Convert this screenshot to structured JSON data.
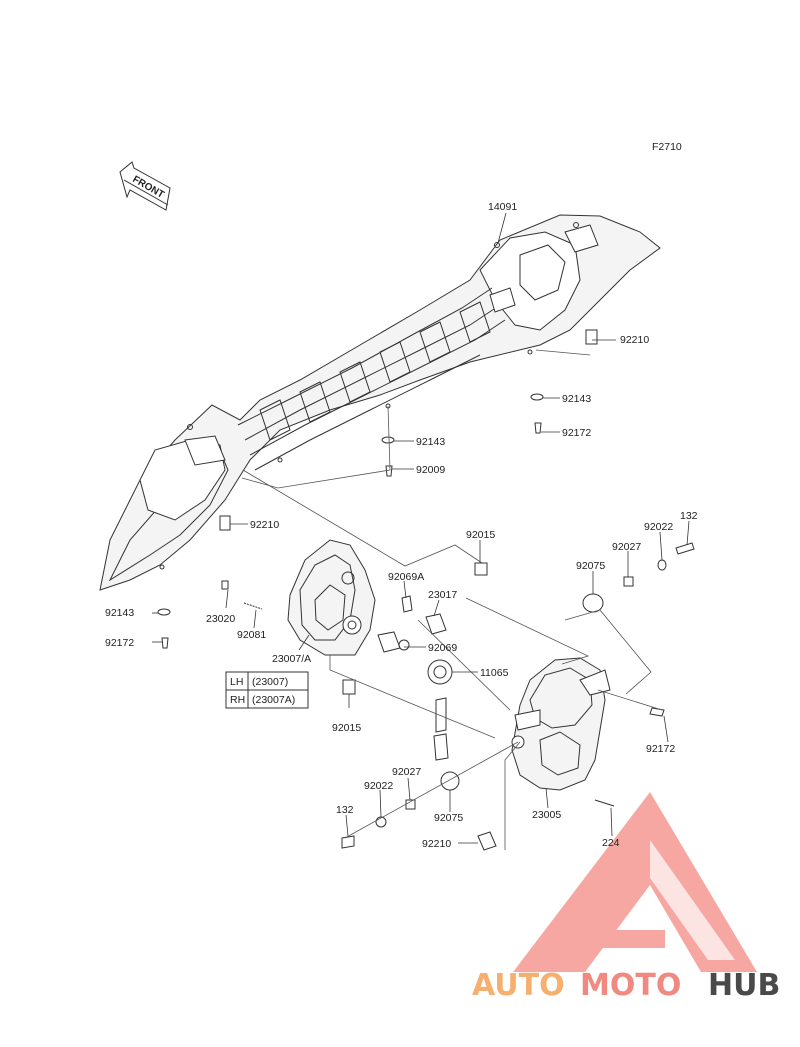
{
  "diagram": {
    "code": "F2710",
    "front_label": "FRONT",
    "parts": [
      {
        "id": "p14091",
        "number": "14091"
      },
      {
        "id": "p92210a",
        "number": "92210"
      },
      {
        "id": "p92143a",
        "number": "92143"
      },
      {
        "id": "p92172a",
        "number": "92172"
      },
      {
        "id": "p92143b",
        "number": "92143"
      },
      {
        "id": "p92009",
        "number": "92009"
      },
      {
        "id": "p92210b",
        "number": "92210"
      },
      {
        "id": "p92143c",
        "number": "92143"
      },
      {
        "id": "p92172b",
        "number": "92172"
      },
      {
        "id": "p23020",
        "number": "23020"
      },
      {
        "id": "p92081",
        "number": "92081"
      },
      {
        "id": "p23007",
        "number": "23007/A"
      },
      {
        "id": "p92015a",
        "number": "92015"
      },
      {
        "id": "p92069a",
        "number": "92069A"
      },
      {
        "id": "p23017",
        "number": "23017"
      },
      {
        "id": "p92069",
        "number": "92069"
      },
      {
        "id": "p11065",
        "number": "11065"
      },
      {
        "id": "p92015b",
        "number": "92015"
      },
      {
        "id": "p132a",
        "number": "132"
      },
      {
        "id": "p92022a",
        "number": "92022"
      },
      {
        "id": "p92027a",
        "number": "92027"
      },
      {
        "id": "p92075a",
        "number": "92075"
      },
      {
        "id": "p92172c",
        "number": "92172"
      },
      {
        "id": "p92027b",
        "number": "92027"
      },
      {
        "id": "p92022b",
        "number": "92022"
      },
      {
        "id": "p132b",
        "number": "132"
      },
      {
        "id": "p92075b",
        "number": "92075"
      },
      {
        "id": "p23005",
        "number": "23005"
      },
      {
        "id": "p224",
        "number": "224"
      },
      {
        "id": "p92210c",
        "number": "92210"
      }
    ],
    "legend": {
      "rows": [
        {
          "side": "LH",
          "part": "(23007)"
        },
        {
          "side": "RH",
          "part": "(23007A)"
        }
      ]
    }
  },
  "watermark": {
    "part1": "AUTO",
    "part2": "MOTO",
    "part3": "HUB",
    "color1": "#f5b070",
    "color2": "#f08a80",
    "color3": "#4a4a4a",
    "logo_color": "#f26d64"
  }
}
